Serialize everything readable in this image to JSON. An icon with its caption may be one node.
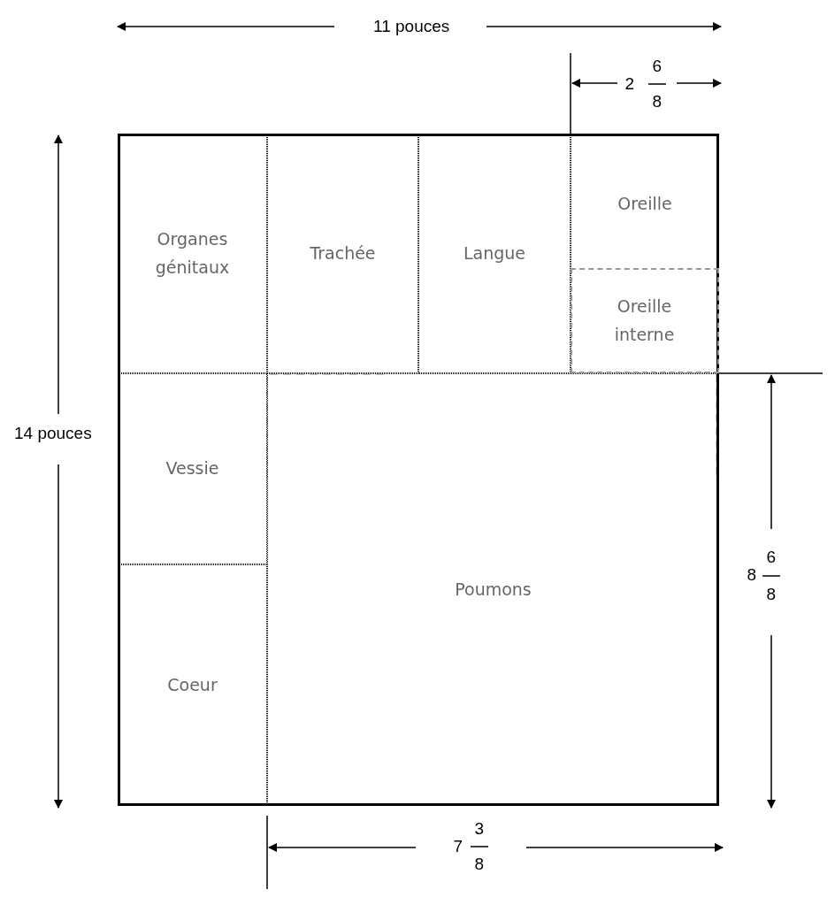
{
  "diagram": {
    "nodes": [
      {
        "text": [],
        "shape": "box"
      },
      {
        "text": [
          "Organes génitaux"
        ],
        "in": 0
      },
      {
        "text": [
          "Trachée"
        ],
        "in": 0
      },
      {
        "text": [
          "Langue"
        ],
        "in": 0
      },
      {
        "text": [
          "Oreille"
        ],
        "in": 0
      },
      {
        "text": [
          "Oreille interne"
        ],
        "in": 4
      },
      {
        "text": [
          "Vessie"
        ],
        "in": 0
      },
      {
        "text": [
          "Poumons"
        ],
        "in": 0
      },
      {
        "text": [
          "Coeur"
        ],
        "in": 0
      }
    ],
    "labels": [
      "11 pouces",
      "6",
      "2",
      "8",
      "14 pouces",
      "6",
      "8",
      "8",
      "3",
      "7",
      "8"
    ]
  }
}
